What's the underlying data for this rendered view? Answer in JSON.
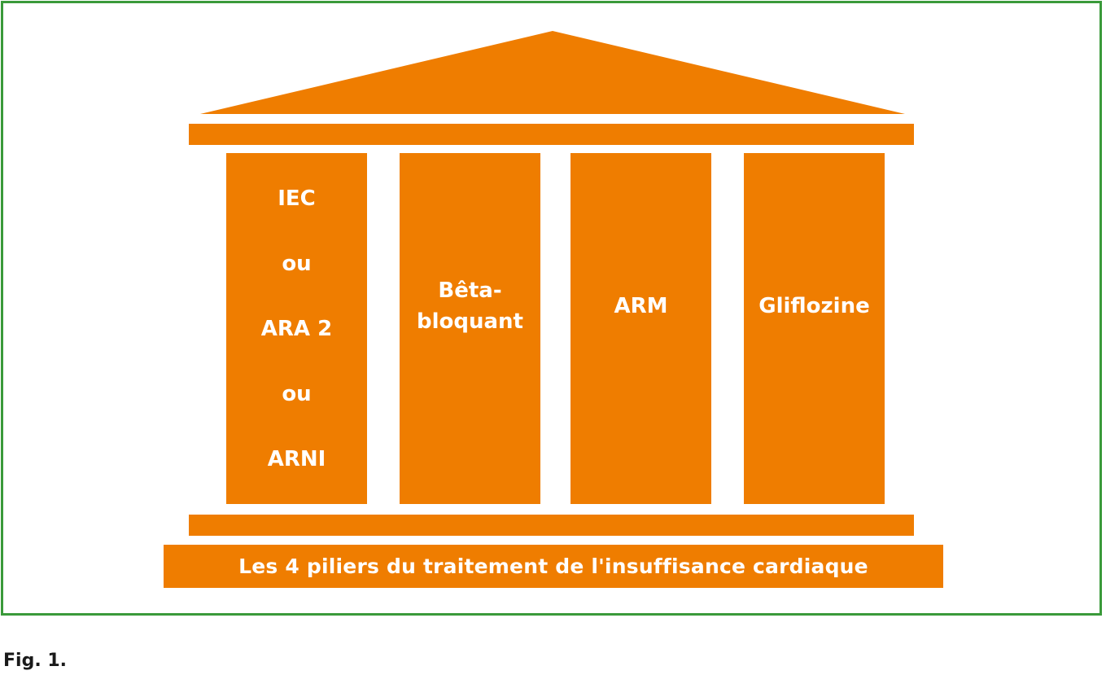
{
  "diagram": {
    "title": "Les 4 piliers du traitement de l'insuffisance cardiaque",
    "pillars": [
      {
        "lines": [
          "IEC",
          "ou",
          "ARA 2",
          "ou",
          "ARNI"
        ]
      },
      {
        "lines": [
          "Bêta-",
          "bloquant"
        ]
      },
      {
        "lines": [
          "ARM"
        ]
      },
      {
        "lines": [
          "Gliflozine"
        ]
      }
    ]
  },
  "caption": "Fig. 1.",
  "colors": {
    "pillar": "#ef7d00",
    "frame": "#3a9a3a",
    "text_on_orange": "#ffffff"
  }
}
